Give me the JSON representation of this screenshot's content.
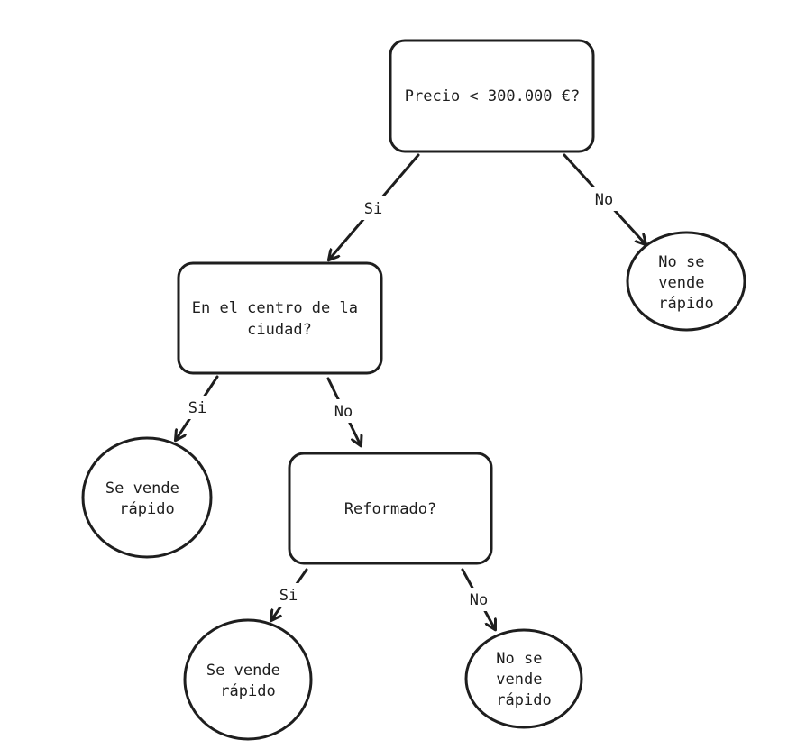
{
  "colors": {
    "decision_fill": "#a5d8ff",
    "yes_leaf_fill": "#b2f2bb",
    "no_leaf_fill": "#ffc9c9",
    "stroke": "#1e1e1e"
  },
  "nodes": {
    "root": {
      "lines": [
        "Precio < 300.000 €?"
      ]
    },
    "center": {
      "lines": [
        "En el centro de la",
        "ciudad?"
      ]
    },
    "reformado": {
      "lines": [
        "Reformado?"
      ]
    },
    "leaf_root_no": {
      "lines": [
        "No se",
        "vende",
        "rápido"
      ]
    },
    "leaf_center_si": {
      "lines": [
        "Se vende",
        "rápido"
      ]
    },
    "leaf_ref_si": {
      "lines": [
        "Se vende",
        "rápido"
      ]
    },
    "leaf_ref_no": {
      "lines": [
        "No se",
        "vende",
        "rápido"
      ]
    }
  },
  "edges": {
    "root_si": "Si",
    "root_no": "No",
    "center_si": "Si",
    "center_no": "No",
    "ref_si": "Si",
    "ref_no": "No"
  }
}
